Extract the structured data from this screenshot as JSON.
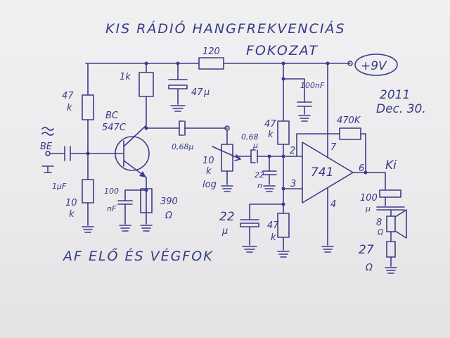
{
  "title_line1": "KIS RÁDIÓ HANGFREKVENCIÁS",
  "title_line2": "FOKOZAT",
  "date_year": "2011",
  "date_day": "Dec. 30.",
  "caption": "AF ELŐ ÉS VÉGFOK",
  "supply": "+9V",
  "labels": {
    "r_supply": "120",
    "r1_val": "47",
    "r1_unit": "k",
    "r2_val": "10",
    "r2_unit": "k",
    "rc_val": "1k",
    "c_dec_val": "47",
    "c_dec_unit": "μ",
    "c_100n_top": "100nF",
    "bc_1": "BC",
    "bc_2": "547C",
    "c_couple": "0,68μ",
    "c_in_val": "1μF",
    "input": "BE",
    "c_em_1": "100",
    "c_em_2": "nF",
    "re_1": "390",
    "re_2": "Ω",
    "pot_1": "10",
    "pot_2": "k",
    "pot_3": "log",
    "c_068b": "0,68",
    "c_068b_unit": "μ",
    "c_22n_1": "22",
    "c_22n_2": "n",
    "r47b_1": "47",
    "r47b_2": "k",
    "r47c_1": "47",
    "r47c_2": "k",
    "c22_1": "22",
    "c22_2": "μ",
    "rf": "470K",
    "opamp": "741",
    "pin2": "2",
    "pin3": "3",
    "pin4": "4",
    "pin6": "6",
    "pin7": "7",
    "output": "Ki",
    "c_out_1": "100",
    "c_out_2": "μ",
    "spk_1": "8",
    "spk_2": "Ω",
    "r27_1": "27",
    "r27_2": "Ω"
  }
}
